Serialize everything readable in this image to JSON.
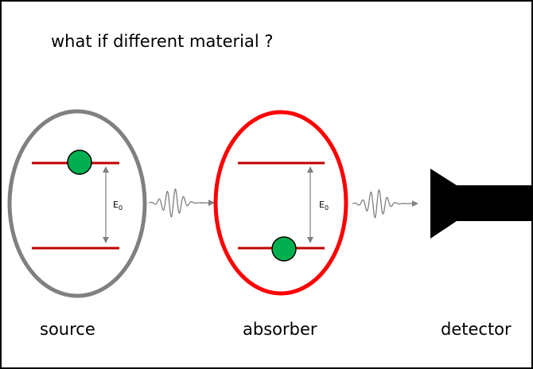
{
  "title": "what if different material ?",
  "energy_label": "E",
  "energy_subscript": "0",
  "labels": {
    "source": "source",
    "absorber": "absorber",
    "detector": "detector"
  },
  "colors": {
    "source_ring": "#808080",
    "absorber_ring": "#ff0000",
    "energy_level": "#c00000",
    "particle": "#00b050",
    "arrow": "#808080",
    "detector": "#000000"
  }
}
